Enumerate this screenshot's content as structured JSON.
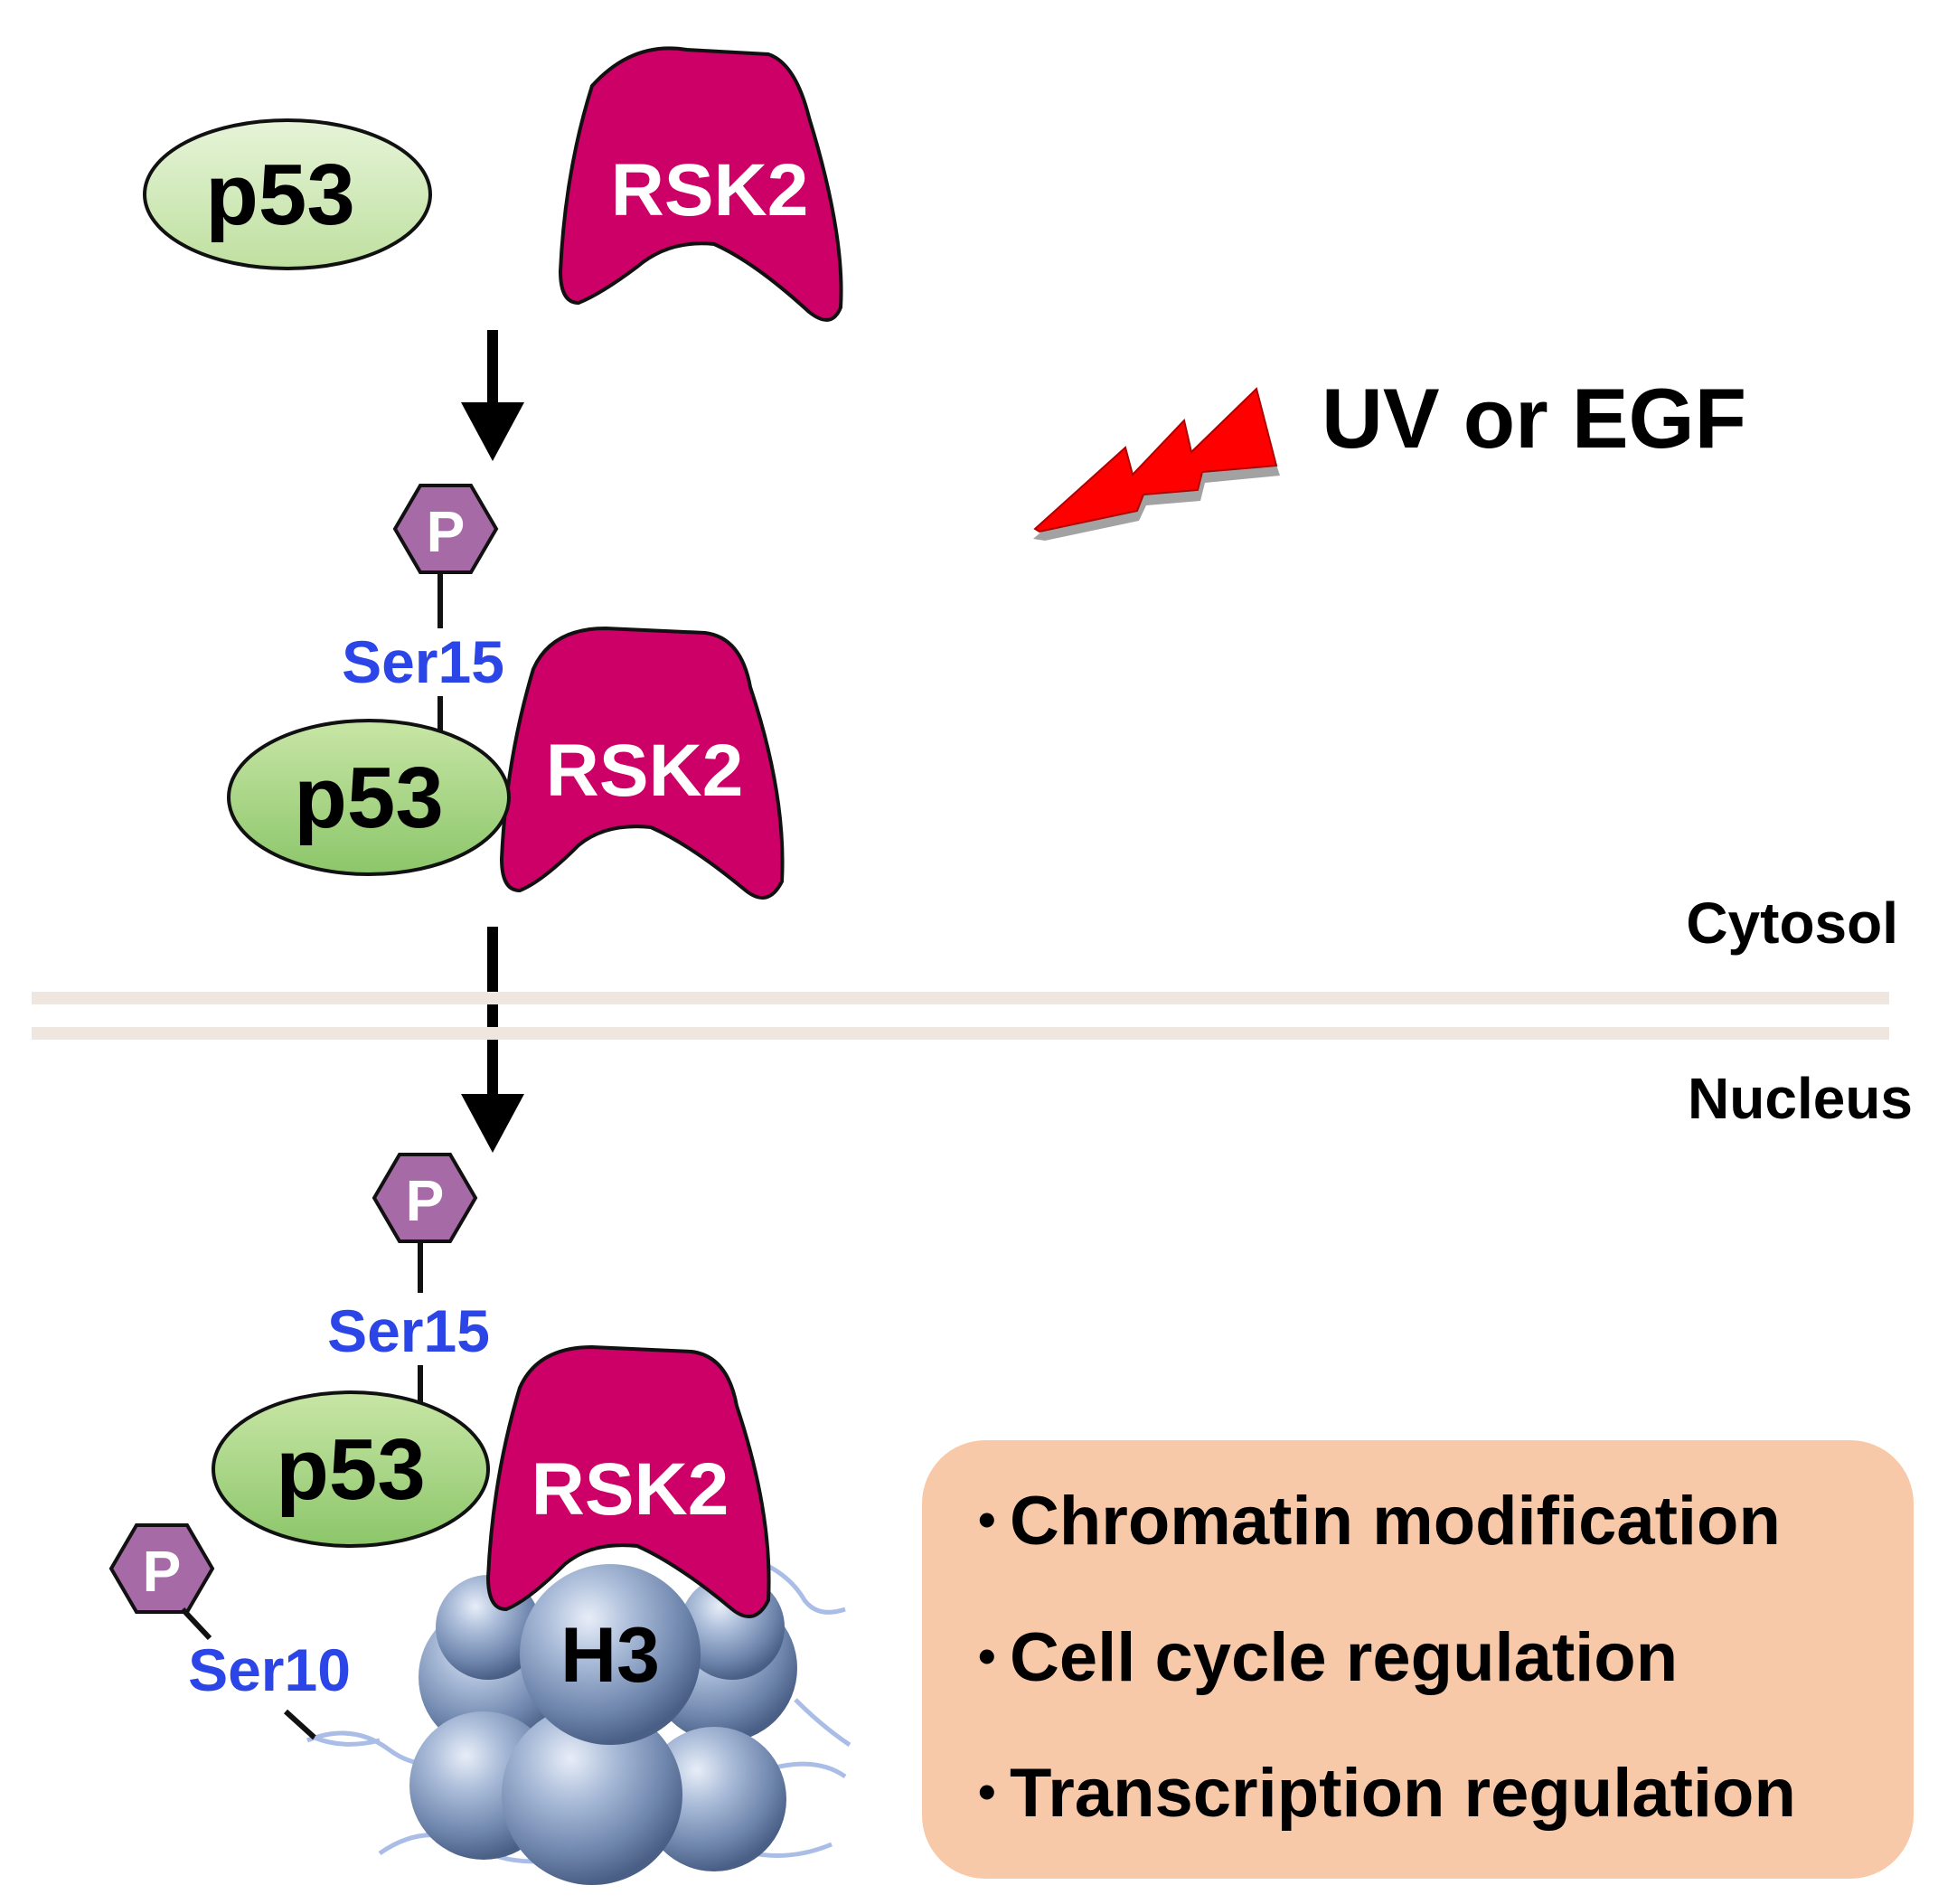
{
  "stimulus": {
    "label": "UV or EGF"
  },
  "compartments": {
    "upper": "Cytosol",
    "lower": "Nucleus"
  },
  "proteins": {
    "p53": "p53",
    "rsk2": "RSK2",
    "histone": "H3",
    "phospho": "P"
  },
  "sites": {
    "p53_site": "Ser15",
    "h3_site": "Ser10"
  },
  "outcomes": {
    "items": [
      "Chromatin modification",
      "Cell cycle regulation",
      "Transcription regulation"
    ]
  },
  "colors": {
    "p53_fill": "#c6e3a8",
    "rsk2_fill": "#cc0066",
    "phospho_fill": "#a66ba6",
    "site_text": "#2b45e6",
    "outcome_box": "#f8c9a8",
    "histone": "#8ea3c6",
    "membrane": "#f0e6e0",
    "bolt": "#ff0000"
  }
}
